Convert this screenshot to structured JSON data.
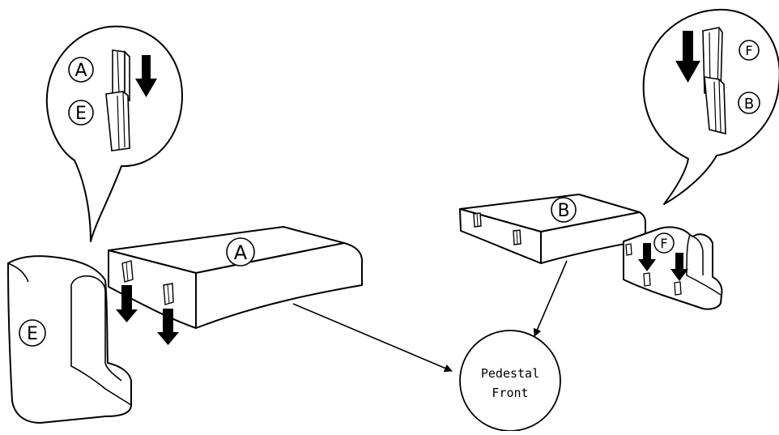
{
  "parts": {
    "a": "A",
    "b": "B",
    "e": "E",
    "f": "F"
  },
  "pedestal": {
    "line1": "Pedestal",
    "line2": "Front"
  },
  "colors": {
    "ink": "#000000",
    "paper": "#ffffff"
  }
}
